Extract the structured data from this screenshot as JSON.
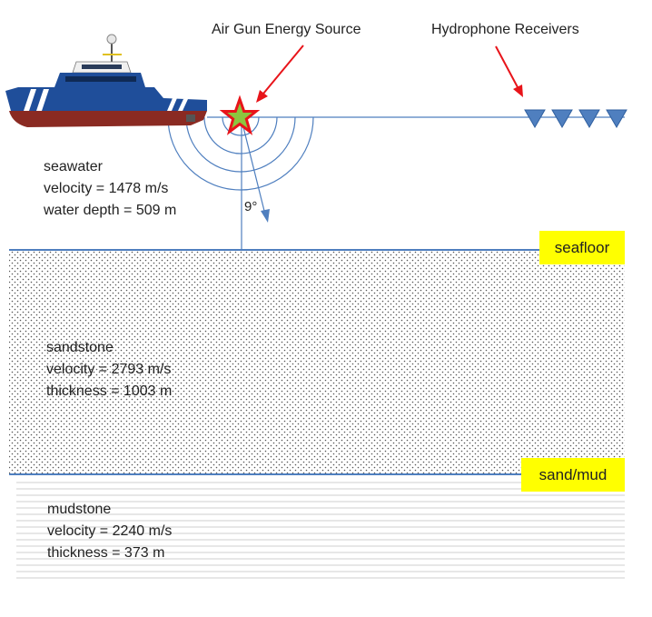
{
  "labels": {
    "air_gun": "Air Gun Energy Source",
    "hydrophones": "Hydrophone Receivers",
    "angle": "9°"
  },
  "boundaries": {
    "seafloor": "seafloor",
    "sand_mud": "sand/mud"
  },
  "layers": {
    "seawater": {
      "name": "seawater",
      "line1": "velocity = 1478 m/s",
      "line2": "water depth = 509 m"
    },
    "sandstone": {
      "name": "sandstone",
      "line1": "velocity = 2793 m/s",
      "line2": "thickness = 1003 m"
    },
    "mudstone": {
      "name": "mudstone",
      "line1": "velocity = 2240 m/s",
      "line2": "thickness = 373 m"
    }
  },
  "hydrophone_count": 4,
  "colors": {
    "arrow": "#e8141a",
    "line": "#4f7fbf",
    "tag": "#ffff00",
    "ship_hull": "#1f4e9a",
    "ship_bottom": "#8a2a22",
    "star_outer": "#e8141a",
    "star_inner": "#8cc63f"
  }
}
